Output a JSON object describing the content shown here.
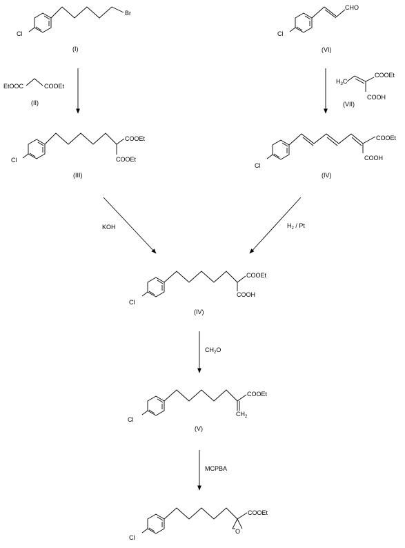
{
  "labels": {
    "I": "(I)",
    "II": "(II)",
    "III": "(III)",
    "IV_top": "(IV)",
    "IV_mid": "(IV)",
    "V": "(V)",
    "VI": "(VI)",
    "VII": "(VII)"
  },
  "atoms": {
    "cl": "Cl",
    "br": "Br",
    "cho": "CHO",
    "cooet": "COOEt",
    "cooh": "COOH",
    "etooc": "EtOOC",
    "ch3": "H",
    "ch3_sub": "3",
    "ch3_c": "C",
    "ch2": "CH",
    "ch2_sub": "2",
    "o": "O"
  },
  "reagents": {
    "koh": "KOH",
    "h2pt_h": "H",
    "h2pt_sub": "2",
    "h2pt_rest": " / Pt",
    "ch2o_a": "CH",
    "ch2o_sub": "2",
    "ch2o_b": "O",
    "mcpba": "MCPBA"
  }
}
